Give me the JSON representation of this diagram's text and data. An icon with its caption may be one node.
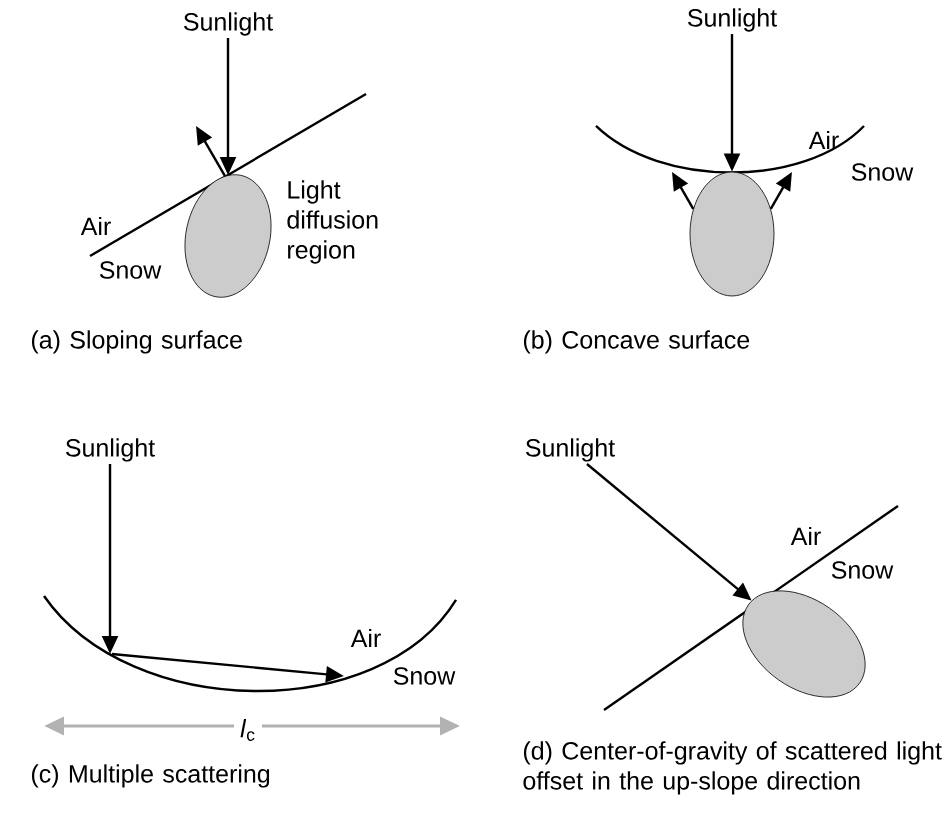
{
  "diagram": {
    "nodes": [
      {
        "text": [
          "Sunlight"
        ]
      },
      {
        "text": [],
        "shape": "ellipse",
        "beside": [
          "Light diffusion region"
        ]
      },
      {
        "text": [
          "Sunlight"
        ]
      },
      {
        "text": [],
        "shape": "ellipse"
      },
      {
        "text": [
          "Sunlight"
        ]
      },
      {
        "text": [
          "Sunlight"
        ]
      },
      {
        "text": [],
        "shape": "ellipse"
      }
    ],
    "edges": [
      {
        "from": 0,
        "to": 1,
        "arrow": "to"
      },
      {
        "from": 1,
        "to": null,
        "arrow": "to"
      },
      {
        "from": 2,
        "to": 3,
        "arrow": "to"
      },
      {
        "from": 3,
        "to": null,
        "arrow": "to"
      },
      {
        "from": 3,
        "to": null,
        "arrow": "to"
      },
      {
        "from": 4,
        "to": null,
        "arrow": "to"
      },
      {
        "from": 5,
        "to": 6,
        "arrow": "to"
      }
    ],
    "labels": [
      "Air",
      "Snow",
      "(a) Sloping surface",
      "Air",
      "Snow",
      "(b) Concave surface",
      "Air",
      "Snow",
      "*l*$_{c}$",
      "(c) Multiple scattering",
      "Air",
      "Snow",
      "(d) Center-of-gravity of scattered light offset in the up-slope direction"
    ]
  }
}
